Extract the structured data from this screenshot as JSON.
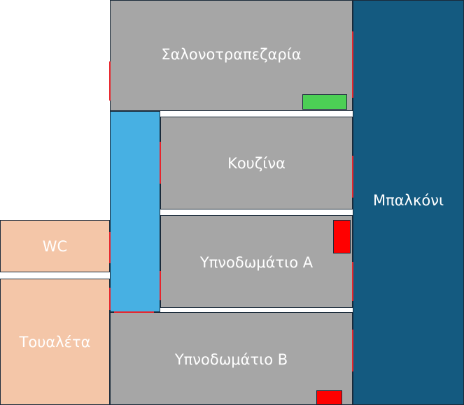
{
  "rooms": {
    "living_dining": "Σαλονοτραπεζαρία",
    "kitchen": "Κουζίνα",
    "bedroom_a": "Υπνοδωμάτιο Α",
    "bedroom_b": "Υπνοδωμάτιο Β",
    "wc": "WC",
    "toilet": "Τουαλέτα",
    "balcony": "Μπαλκόνι"
  },
  "colors": {
    "room_fill": "#a6a6a6",
    "bathroom_fill": "#f4c6a8",
    "corridor_fill": "#47b0e3",
    "balcony_fill": "#145a80",
    "door": "#e8242b",
    "green_furniture": "#4ccf55",
    "red_furniture": "#ff0000"
  }
}
